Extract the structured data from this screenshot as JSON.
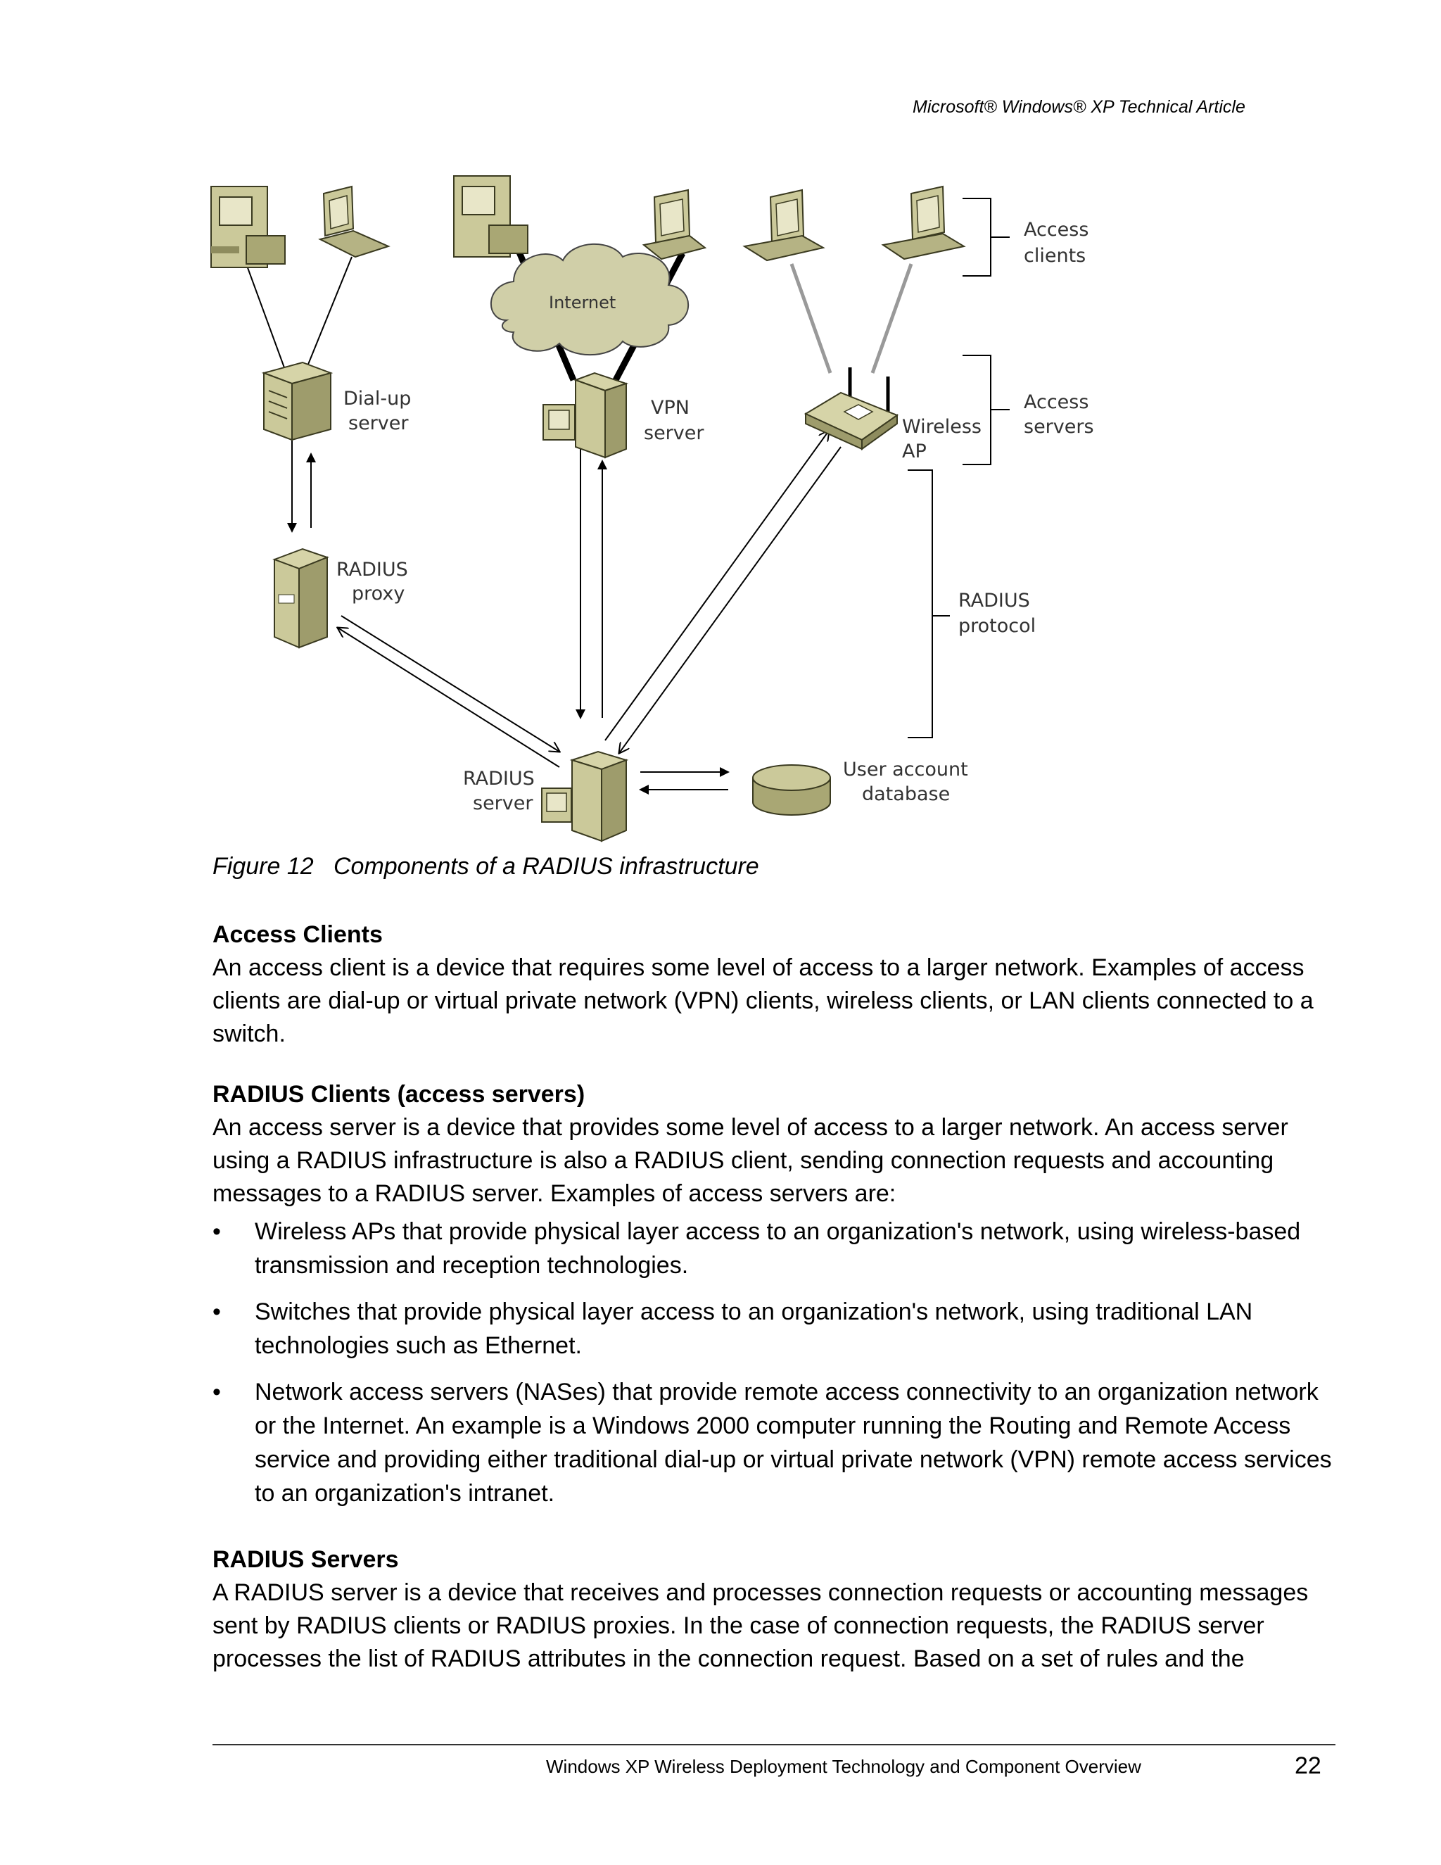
{
  "header": {
    "title": "Microsoft® Windows® XP Technical Article"
  },
  "diagram": {
    "labels": {
      "internet": "Internet",
      "access_clients": [
        "Access",
        "clients"
      ],
      "dialup_server": [
        "Dial-up",
        "server"
      ],
      "vpn_server": [
        "VPN",
        "server"
      ],
      "wireless_ap": [
        "Wireless",
        "AP"
      ],
      "access_servers": [
        "Access",
        "servers"
      ],
      "radius_proxy": [
        "RADIUS",
        "proxy"
      ],
      "radius_protocol": [
        "RADIUS",
        "protocol"
      ],
      "radius_server": [
        "RADIUS",
        "server"
      ],
      "user_account_db": [
        "User account",
        "database"
      ]
    }
  },
  "caption": "Figure 12   Components of a RADIUS infrastructure",
  "sections": [
    {
      "heading": "Access Clients",
      "body": "An access client is a device that requires some level of access to a larger network. Examples of access clients are dial-up or virtual private network (VPN) clients, wireless clients, or LAN clients connected to a switch."
    },
    {
      "heading": "RADIUS Clients (access servers)",
      "body": "An access server is a device that provides some level of access to a larger network. An access server using a RADIUS infrastructure is also a RADIUS client, sending connection requests and accounting messages to a RADIUS server. Examples of access servers are:",
      "bullets": [
        "Wireless APs that provide physical layer access to an organization's network, using wireless-based transmission and reception technologies.",
        "Switches that provide physical layer access to an organization's network, using traditional LAN technologies such as Ethernet.",
        "Network access servers (NASes) that provide remote access connectivity to an organization network or the Internet. An example is a Windows 2000 computer running the Routing and Remote Access service and providing either traditional dial-up or virtual private network (VPN) remote access services to an organization's intranet."
      ]
    },
    {
      "heading": "RADIUS Servers",
      "body": "A RADIUS server is a device that receives and processes connection requests or accounting messages sent by RADIUS clients or RADIUS proxies. In the case of connection requests, the RADIUS server processes the list of RADIUS attributes in the connection request. Based on a set of rules and the"
    }
  ],
  "footer": {
    "text": "Windows XP Wireless Deployment Technology and Component Overview",
    "page_number": "22"
  },
  "bullet_glyph": "•",
  "colors": {
    "device_fill": "#cbc99a",
    "device_dark": "#8e8c5e",
    "device_outline": "#3a3a20"
  }
}
